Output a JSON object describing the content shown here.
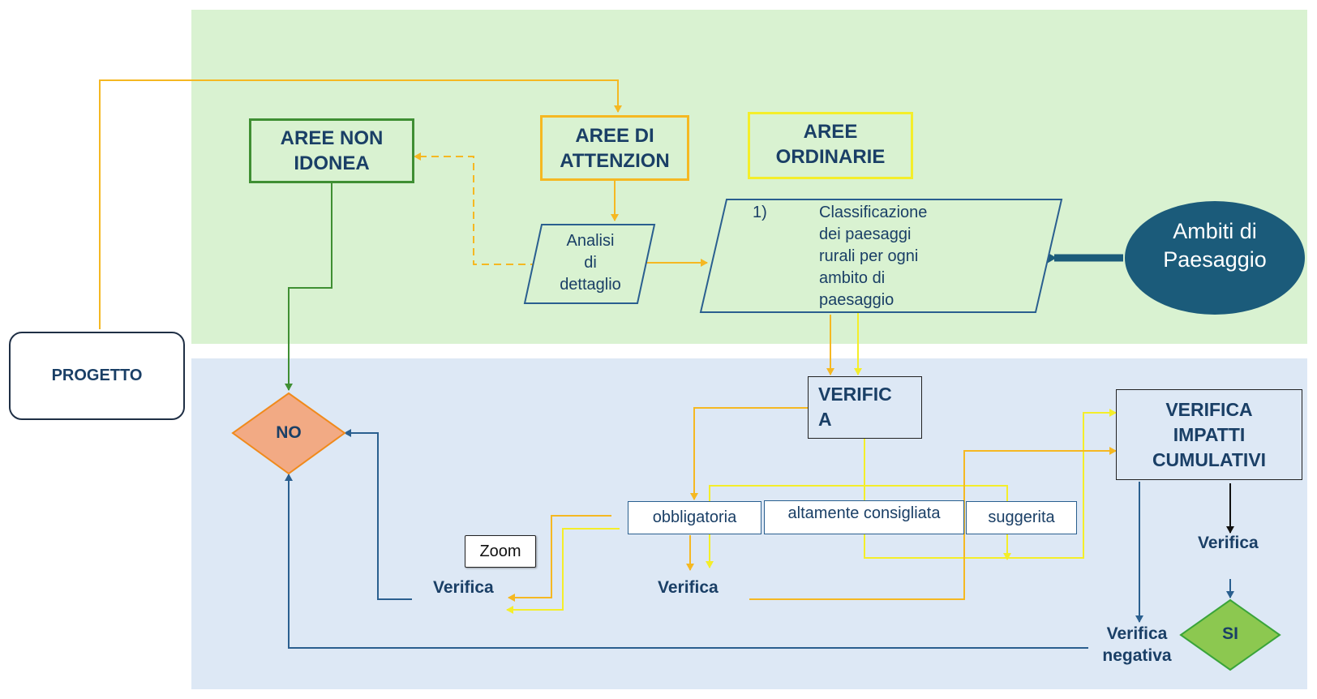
{
  "colors": {
    "top_band": "#d9f2d1",
    "bottom_band": "#dde8f5",
    "text": "#1a3f66",
    "orange_line": "#f5b822",
    "yellow_line": "#f4ee2a",
    "green_line": "#3f8f33",
    "blue_line": "#2a5f8f",
    "no_diamond": "#f2aa84",
    "si_diamond": "#8cc850",
    "ambiti_ellipse": "#1b5b7a"
  },
  "nodes": {
    "progetto": "PROGETTO",
    "aree_non_idonea": "AREE NON\nIDONEA",
    "aree_attenzione": "AREE DI\nATTENZION",
    "aree_ordinarie": "AREE\nORDINARIE",
    "analisi": "Analisi\ndi\ndettaglio",
    "classificazione_num": "1)",
    "classificazione": "Classificazione\ndei paesaggi\nrurali per ogni\nambito di\npaesaggio",
    "ambiti": "Ambiti di\nPaesaggio",
    "no": "NO",
    "verifica_main": "VERIFIC\nA",
    "verifica_impatti": "VERIFICA\nIMPATTI\nCUMULATIVI",
    "obbligatoria": "obbligatoria",
    "altamente": "altamente consigliata",
    "suggerita": "suggerita",
    "zoom": "Zoom",
    "verifica_left": "Verifica",
    "verifica_mid": "Verifica",
    "verifica_right": "Verifica",
    "verifica_negativa": "Verifica\nnegativa",
    "si": "SI"
  }
}
